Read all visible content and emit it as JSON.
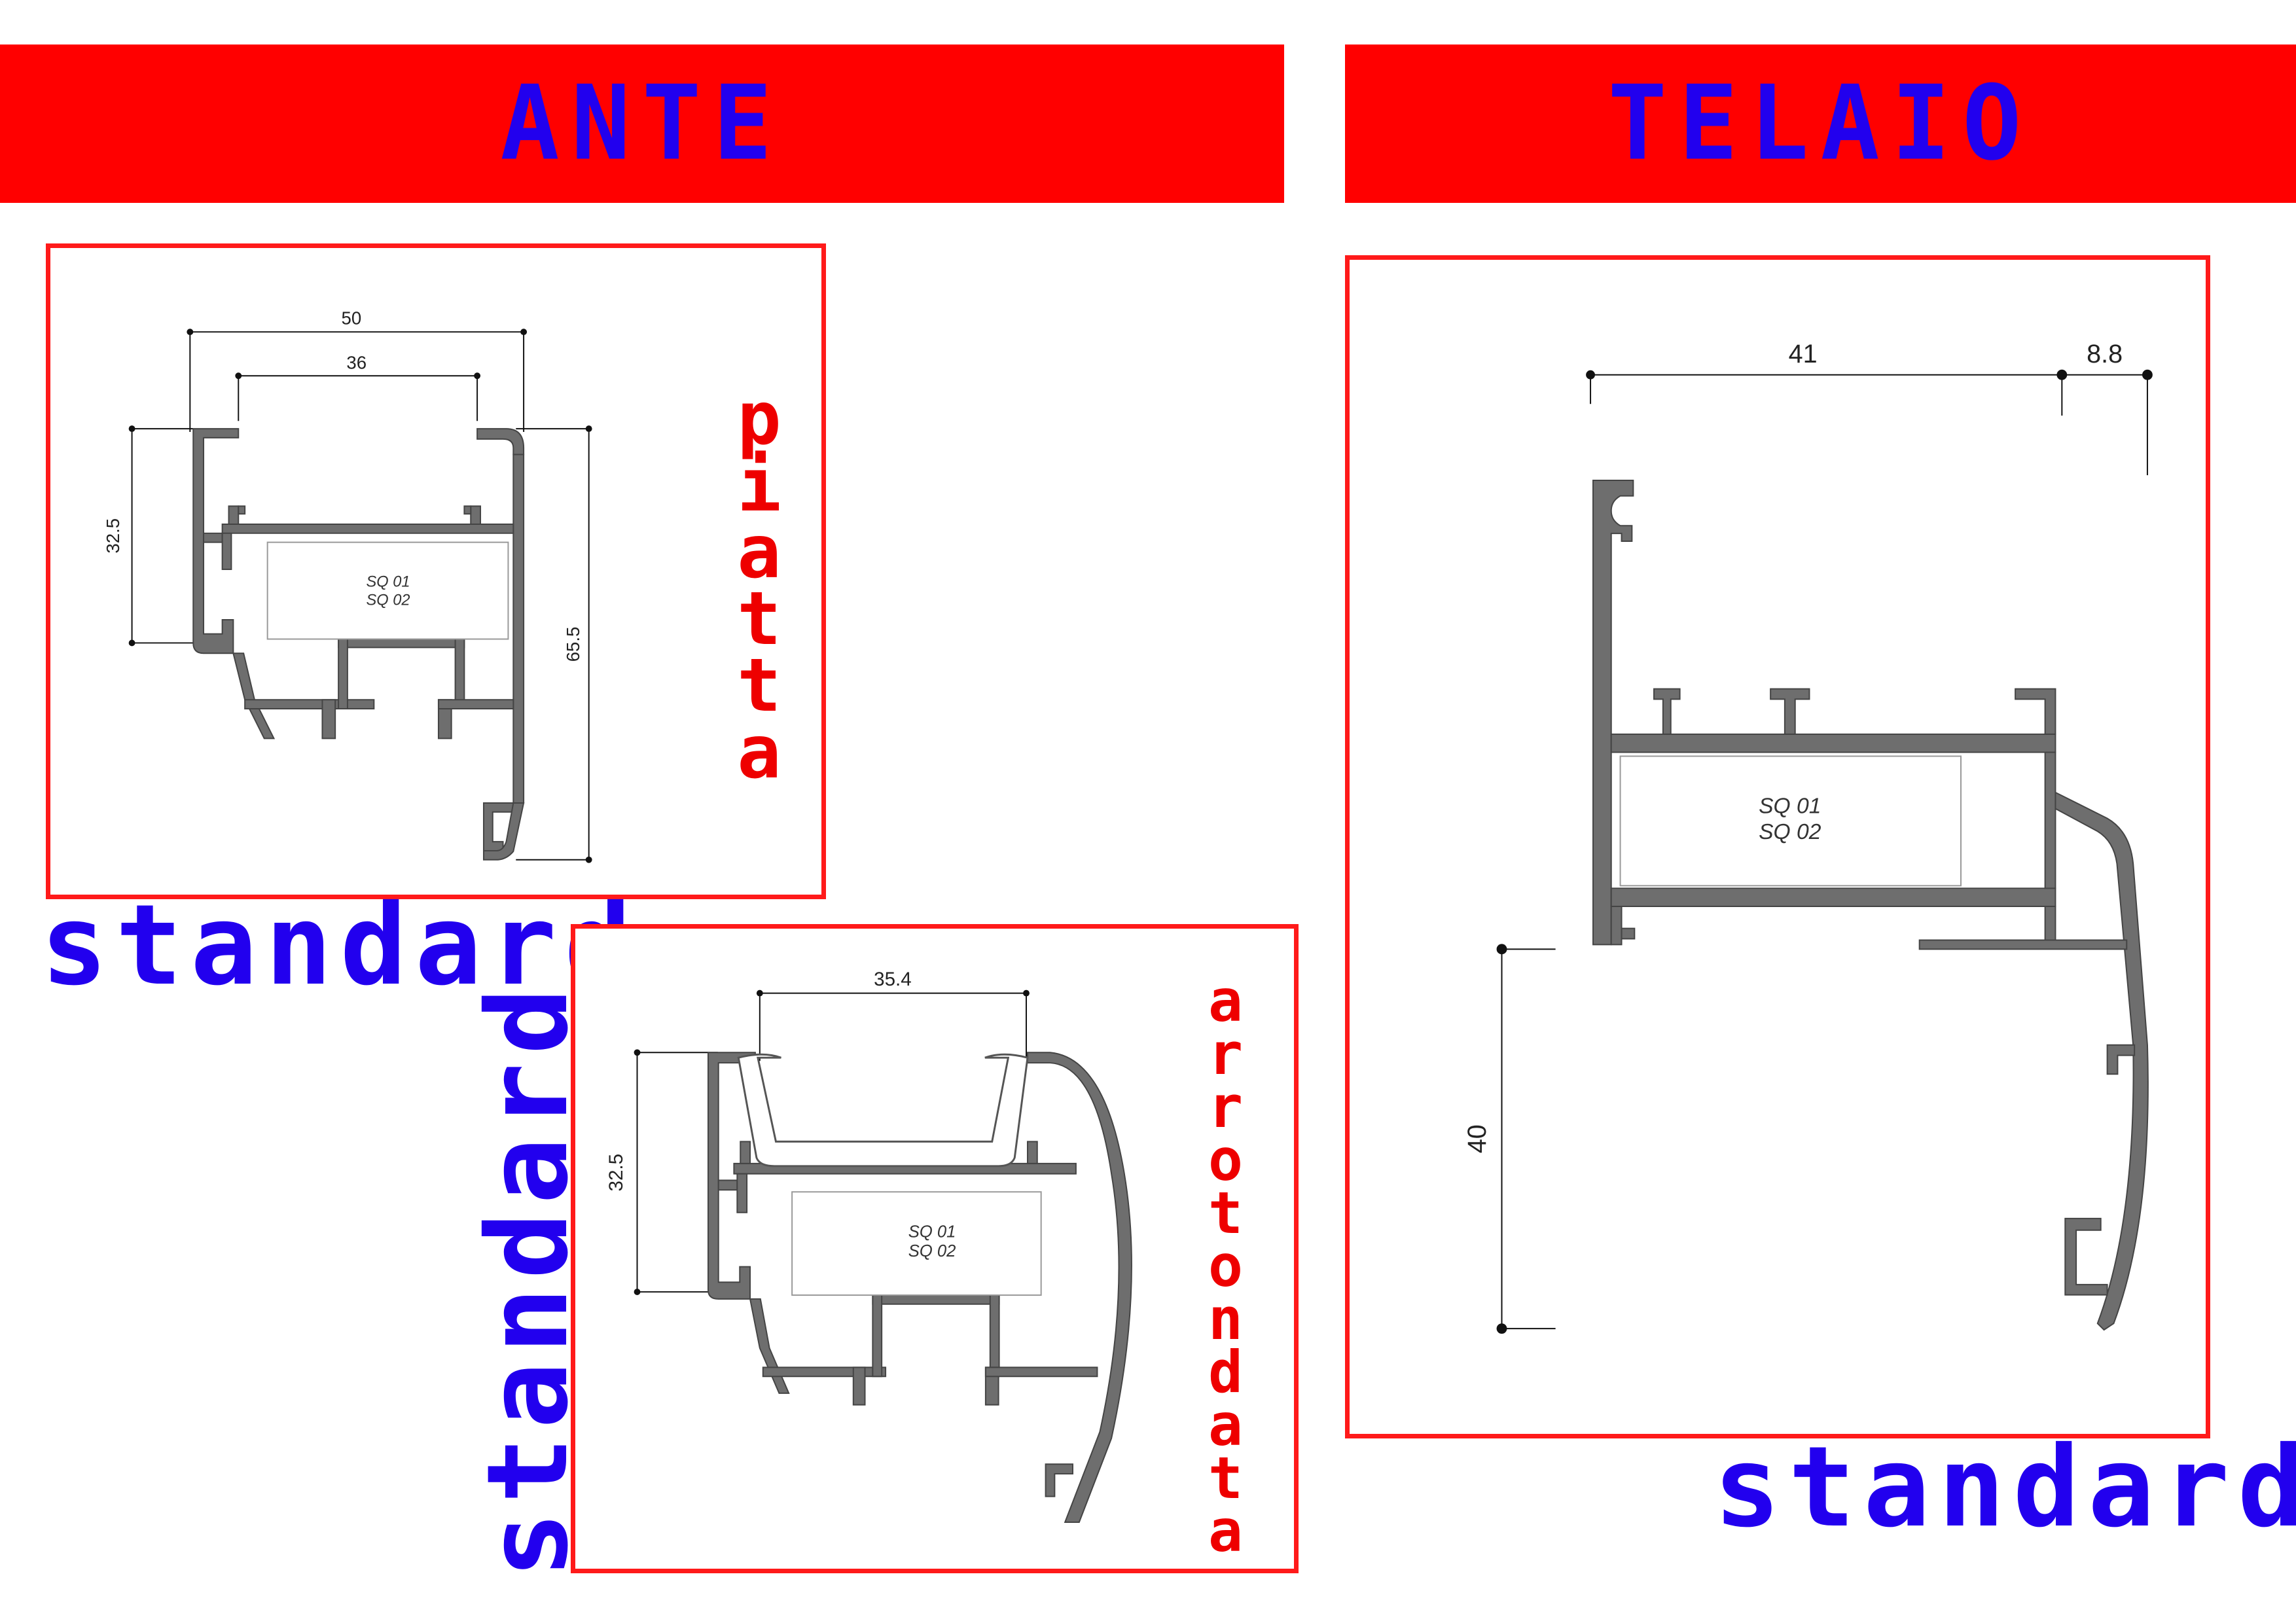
{
  "header": {
    "left_title": "ANTE",
    "right_title": "TELAIO"
  },
  "ante_piatta": {
    "tag": "standard",
    "variant": "piatta",
    "dims": {
      "width_outer": "50",
      "width_inner": "36",
      "height_left": "32.5",
      "height_right": "65.5"
    },
    "insert": {
      "line1": "SQ 01",
      "line2": "SQ 02"
    }
  },
  "ante_arrotondata": {
    "tag": "standard",
    "variant": "arrotondata",
    "dims": {
      "width_top": "35.4",
      "height_left": "32.5"
    },
    "insert": {
      "line1": "SQ 01",
      "line2": "SQ 02"
    }
  },
  "telaio": {
    "tag": "standard",
    "dims": {
      "width_main": "41",
      "width_extra": "8.8",
      "height_left": "40"
    },
    "insert": {
      "line1": "SQ 01",
      "line2": "SQ 02"
    }
  },
  "colors": {
    "banner": "#ff0000",
    "title_text": "#2200ee",
    "frame_border": "#ff1a1a",
    "variant_text": "#ee0000",
    "profile_fill": "#6e6e6e"
  }
}
